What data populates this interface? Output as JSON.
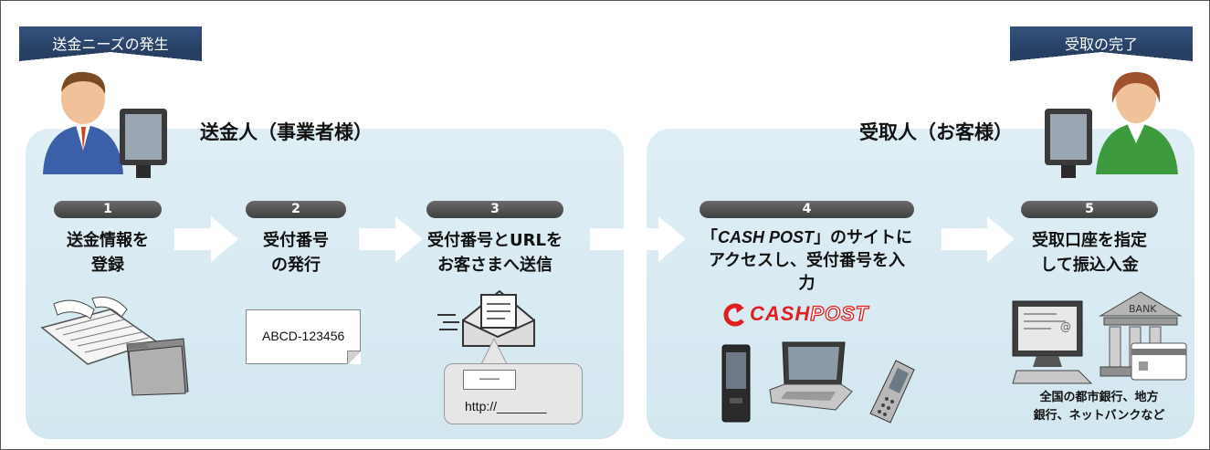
{
  "flags": {
    "left": "送金ニーズの発生",
    "right": "受取の完了"
  },
  "parties": {
    "sender": "送金人（事業者様）",
    "receiver": "受取人（お客様）"
  },
  "steps": [
    {
      "num": "1",
      "line1": "送金情報を",
      "line2": "登録"
    },
    {
      "num": "2",
      "line1": "受付番号",
      "line2": "の発行"
    },
    {
      "num": "3",
      "line1": "受付番号とURLを",
      "line2": "お客さまへ送信"
    },
    {
      "num": "4",
      "line1_pre": "「",
      "line1_em": "CASH POST",
      "line1_post": "」のサイトに",
      "line2": "アクセスし、受付番号を入",
      "line3": "力"
    },
    {
      "num": "5",
      "line1": "受取口座を指定",
      "line2": "して振込入金"
    }
  ],
  "ticket_code": "ABCD-123456",
  "bubble": {
    "dash": "――",
    "url": "http://_______"
  },
  "logo": {
    "part1": "CASH",
    "part2": "POST"
  },
  "bank_label": "BANK",
  "bank_note": {
    "line1": "全国の都市銀行、地方",
    "line2": "銀行、ネットバンクなど"
  },
  "colors": {
    "flag": "#2e4a73",
    "panel": "#d8eaf2",
    "badge": "#555555",
    "logo": "#e02020"
  }
}
